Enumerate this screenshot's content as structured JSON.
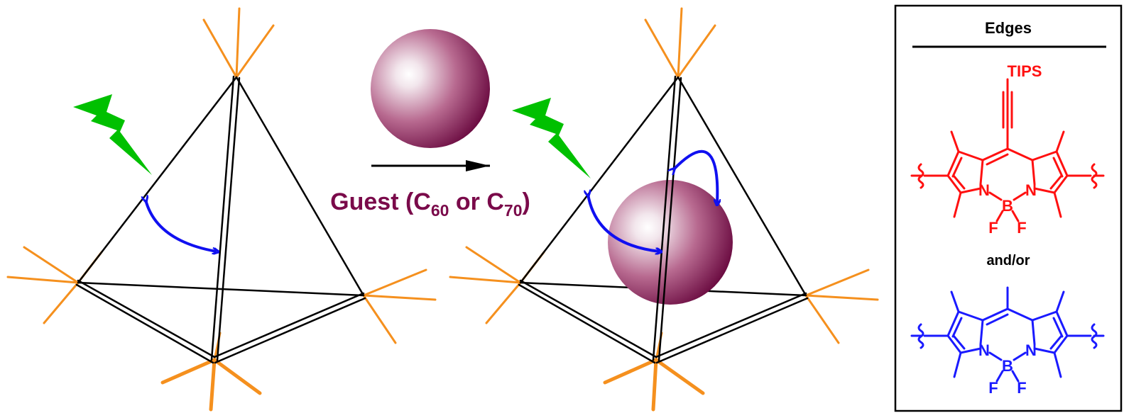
{
  "arrow_label": {
    "prefix": "Guest (C",
    "sub1": "60",
    "middle": " or C",
    "sub2": "70",
    "suffix": ")"
  },
  "legend": {
    "title": "Edges",
    "red_substituent": "TIPS",
    "connector": "and/or",
    "atom_N": "N",
    "atom_B": "B",
    "atom_F": "F"
  },
  "colors": {
    "frame": "#000000",
    "vertex_spikes": "#f5901e",
    "energy_transfer_arrows": "#1010f0",
    "light_bolt": "#00c000",
    "guest_sphere": "#7a0a4a",
    "edge_red": "#ff1010",
    "edge_blue": "#1a1aff",
    "label_text": "#7a0a4a"
  },
  "icons": {
    "light": "lightning-bolt-icon",
    "guest": "fullerene-sphere-icon",
    "reaction": "reaction-arrow-icon"
  }
}
